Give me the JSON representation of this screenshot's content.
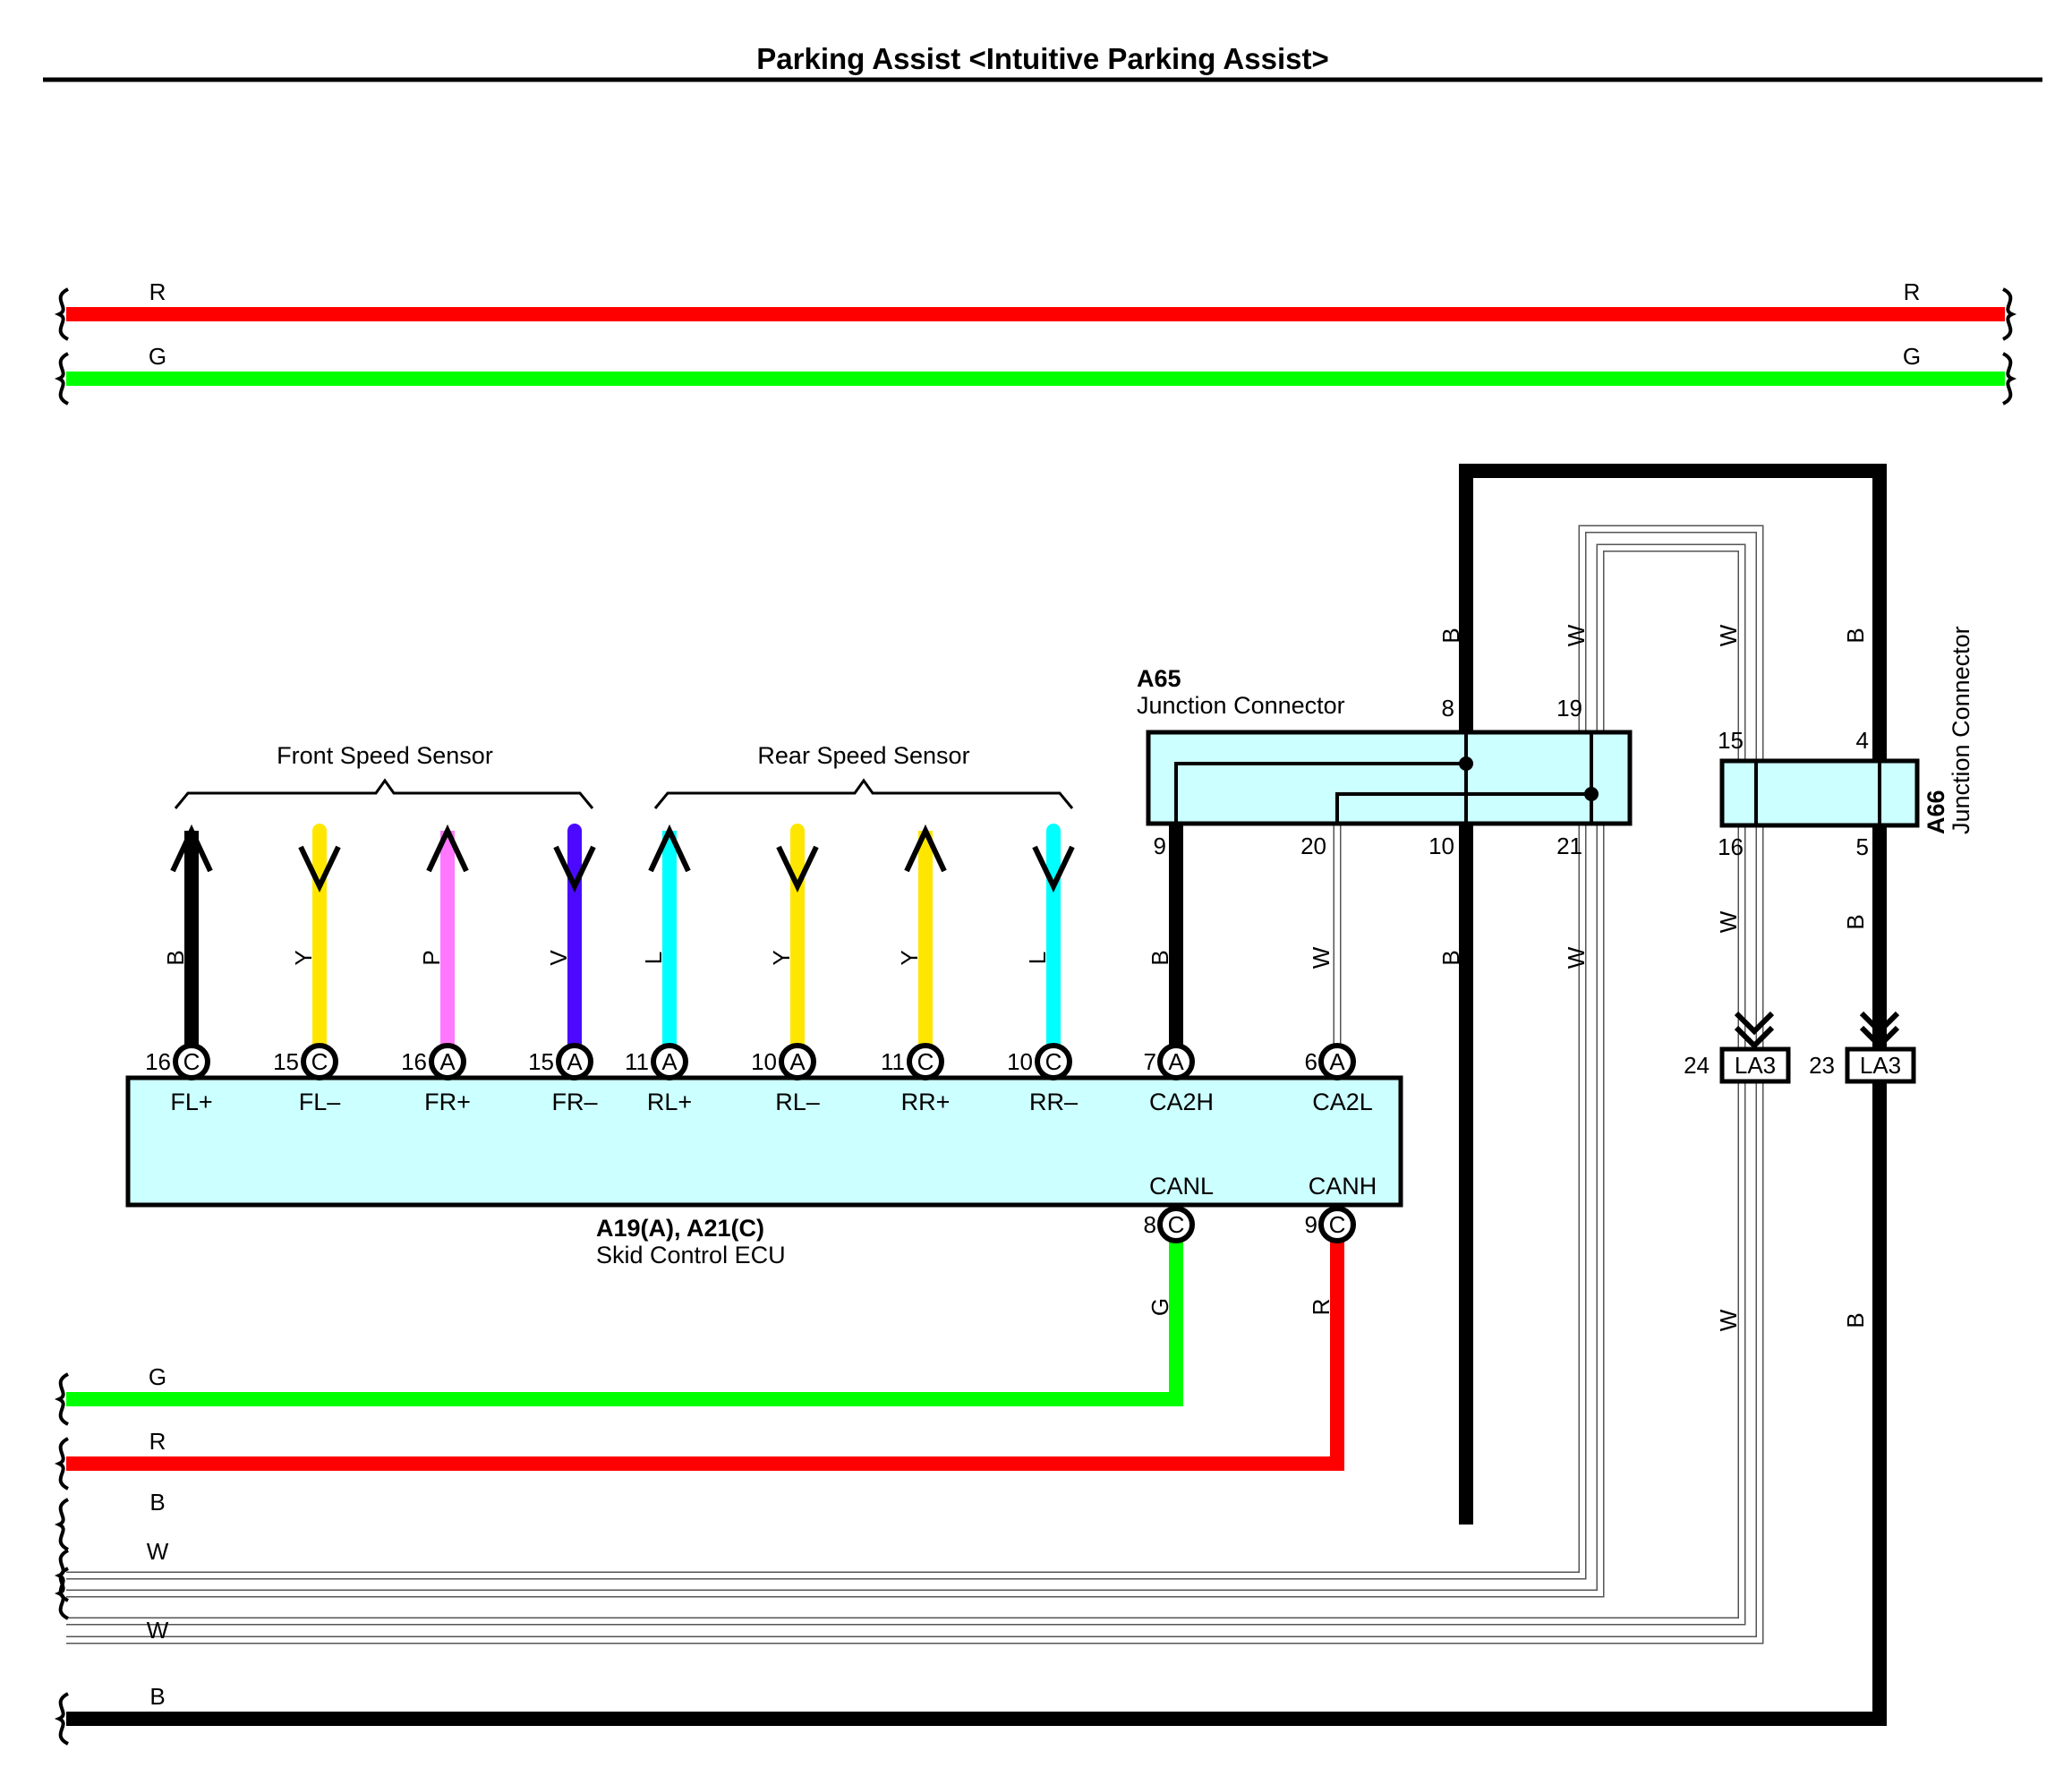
{
  "title": "Parking Assist <Intuitive Parking Assist>",
  "colors": {
    "R": "#ff0000",
    "G": "#00ff00",
    "B": "#000000",
    "W": "#ffffff",
    "Y": "#ffe600",
    "P": "#ff78ff",
    "V": "#4b0aff",
    "L": "#00ffff",
    "connector_fill": "#ccffff"
  },
  "top_wires": [
    {
      "color": "R",
      "left_label": "R",
      "right_label": "R"
    },
    {
      "color": "G",
      "left_label": "G",
      "right_label": "G"
    }
  ],
  "front_group_label": "Front Speed Sensor",
  "rear_group_label": "Rear Speed Sensor",
  "sensor_wires": [
    {
      "color": "B",
      "pin": "16",
      "conn": "C",
      "signal": "FL+",
      "dir": "up"
    },
    {
      "color": "Y",
      "pin": "15",
      "conn": "C",
      "signal": "FL–",
      "dir": "down"
    },
    {
      "color": "P",
      "pin": "16",
      "conn": "A",
      "signal": "FR+",
      "dir": "up"
    },
    {
      "color": "V",
      "pin": "15",
      "conn": "A",
      "signal": "FR–",
      "dir": "down"
    },
    {
      "color": "L",
      "pin": "11",
      "conn": "A",
      "signal": "RL+",
      "dir": "up"
    },
    {
      "color": "Y",
      "pin": "10",
      "conn": "A",
      "signal": "RL–",
      "dir": "down"
    },
    {
      "color": "Y",
      "pin": "11",
      "conn": "C",
      "signal": "RR+",
      "dir": "up"
    },
    {
      "color": "L",
      "pin": "10",
      "conn": "C",
      "signal": "RR–",
      "dir": "down"
    }
  ],
  "ecu": {
    "code": "A19(A), A21(C)",
    "name": "Skid Control ECU",
    "ca2h": {
      "pin": "7",
      "conn": "A",
      "signal": "CA2H",
      "wire": "B"
    },
    "ca2l": {
      "pin": "6",
      "conn": "A",
      "signal": "CA2L",
      "wire": "W"
    },
    "canl": {
      "pin": "8",
      "conn": "C",
      "signal": "CANL",
      "wire": "G"
    },
    "canh": {
      "pin": "9",
      "conn": "C",
      "signal": "CANH",
      "wire": "R"
    }
  },
  "a65": {
    "code": "A65",
    "name": "Junction Connector",
    "pins": {
      "top_b": "8",
      "top_w": "19",
      "bot_b": "9",
      "bot_w": "20",
      "bot_b2": "10",
      "bot_w2": "21"
    },
    "wire_labels": {
      "top_b": "B",
      "top_w": "W",
      "bot_b2": "B",
      "bot_w2": "W"
    }
  },
  "a66": {
    "code": "A66",
    "name": "Junction Connector",
    "pins": {
      "top_w": "15",
      "top_b": "4",
      "bot_w": "16",
      "bot_b": "5"
    },
    "wire_labels": {
      "top_w": "W",
      "top_b": "B",
      "bot_w": "W",
      "bot_b": "B",
      "low_w": "W",
      "low_b": "B"
    }
  },
  "la3": [
    {
      "pin": "24",
      "label": "LA3"
    },
    {
      "pin": "23",
      "label": "LA3"
    }
  ],
  "bottom_wires": [
    {
      "color": "G",
      "label": "G"
    },
    {
      "color": "R",
      "label": "R"
    },
    {
      "color": "B",
      "label": "B"
    },
    {
      "color": "W",
      "label": "W"
    },
    {
      "color": "W",
      "label": "W"
    },
    {
      "color": "B",
      "label": "B"
    }
  ]
}
